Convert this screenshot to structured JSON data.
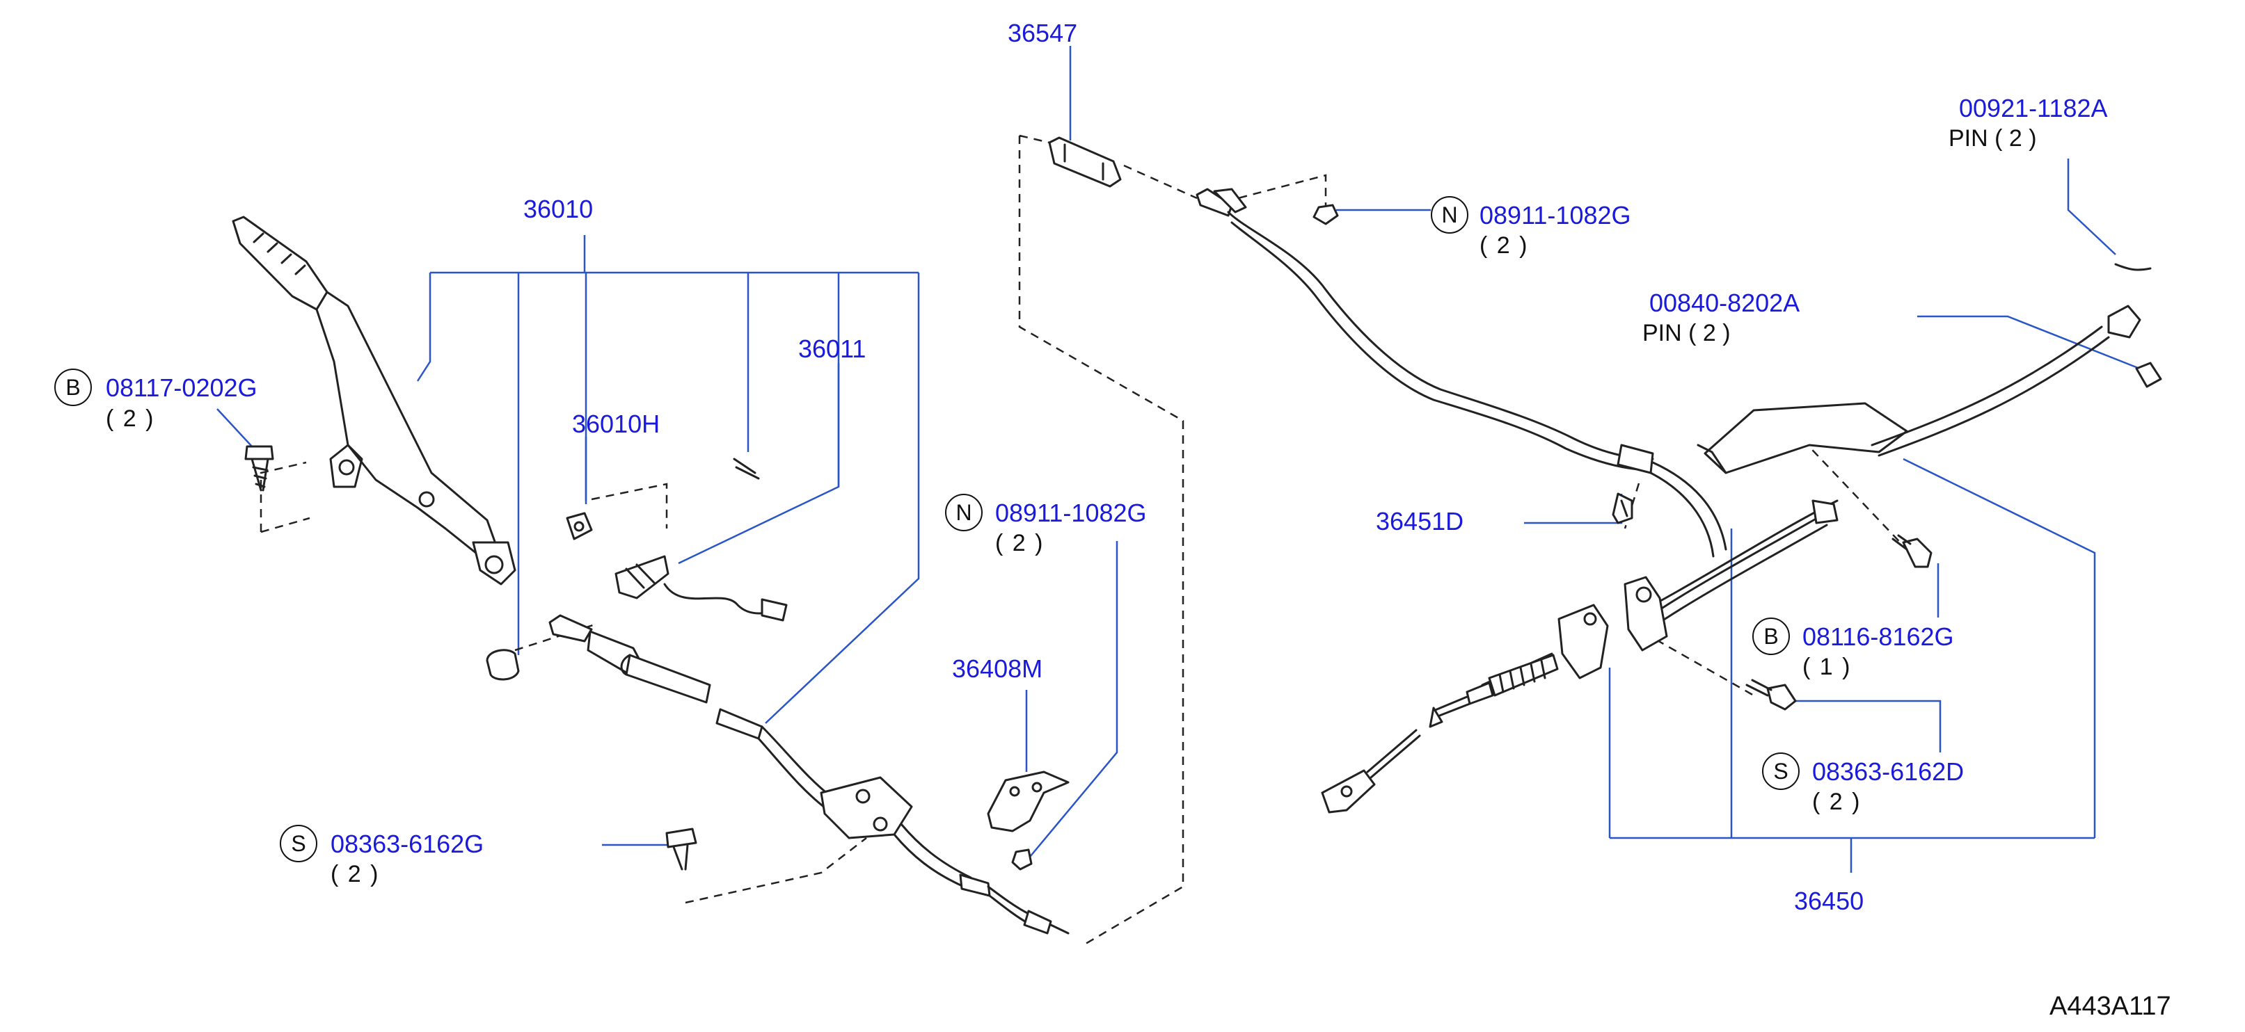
{
  "diagram": {
    "reference_code": "A443A117",
    "callouts": {
      "p36010": {
        "part": "36010"
      },
      "p36011": {
        "part": "36011"
      },
      "p36010H": {
        "part": "36010H"
      },
      "p08117": {
        "badge": "B",
        "part": "08117-0202G",
        "qty": "( 2 )"
      },
      "p08363G": {
        "badge": "S",
        "part": "08363-6162G",
        "qty": "( 2 )"
      },
      "p36547": {
        "part": "36547"
      },
      "p08911a": {
        "badge": "N",
        "part": "08911-1082G",
        "qty": "( 2 )"
      },
      "p08911b": {
        "badge": "N",
        "part": "08911-1082G",
        "qty": "( 2 )"
      },
      "p36408M": {
        "part": "36408M"
      },
      "p00921": {
        "part": "00921-1182A",
        "qty": "PIN ( 2 )"
      },
      "p00840": {
        "part": "00840-8202A",
        "qty": "PIN ( 2 )"
      },
      "p36451D": {
        "part": "36451D"
      },
      "p08116": {
        "badge": "B",
        "part": "08116-8162G",
        "qty": "( 1 )"
      },
      "p08363D": {
        "badge": "S",
        "part": "08363-6162D",
        "qty": "( 2 )"
      },
      "p36450": {
        "part": "36450"
      }
    },
    "colors": {
      "part_number": "#1a1adc",
      "leader": "#2a55c8",
      "linework": "#222222"
    }
  }
}
